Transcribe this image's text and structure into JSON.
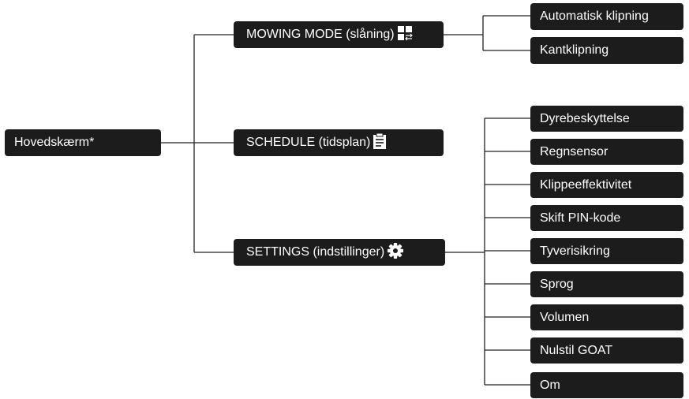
{
  "colors": {
    "node_bg": "#1c1c1c",
    "node_text": "#ffffff",
    "line": "#222222"
  },
  "root": {
    "label": "Hovedskærm*"
  },
  "branches": [
    {
      "label": "MOWING MODE (slåning)",
      "icon": "mowing-mode-icon",
      "children": [
        "Automatisk klipning",
        "Kantklipning"
      ]
    },
    {
      "label": "SCHEDULE (tidsplan)",
      "icon": "schedule-clipboard-icon",
      "children": []
    },
    {
      "label": "SETTINGS (indstillinger)",
      "icon": "settings-gear-icon",
      "children": [
        "Dyrebeskyttelse",
        "Regnsensor",
        "Klippeeffektivitet",
        "Skift PIN-kode",
        "Tyverisikring",
        "Sprog",
        "Volumen",
        "Nulstil GOAT",
        "Om"
      ]
    }
  ]
}
